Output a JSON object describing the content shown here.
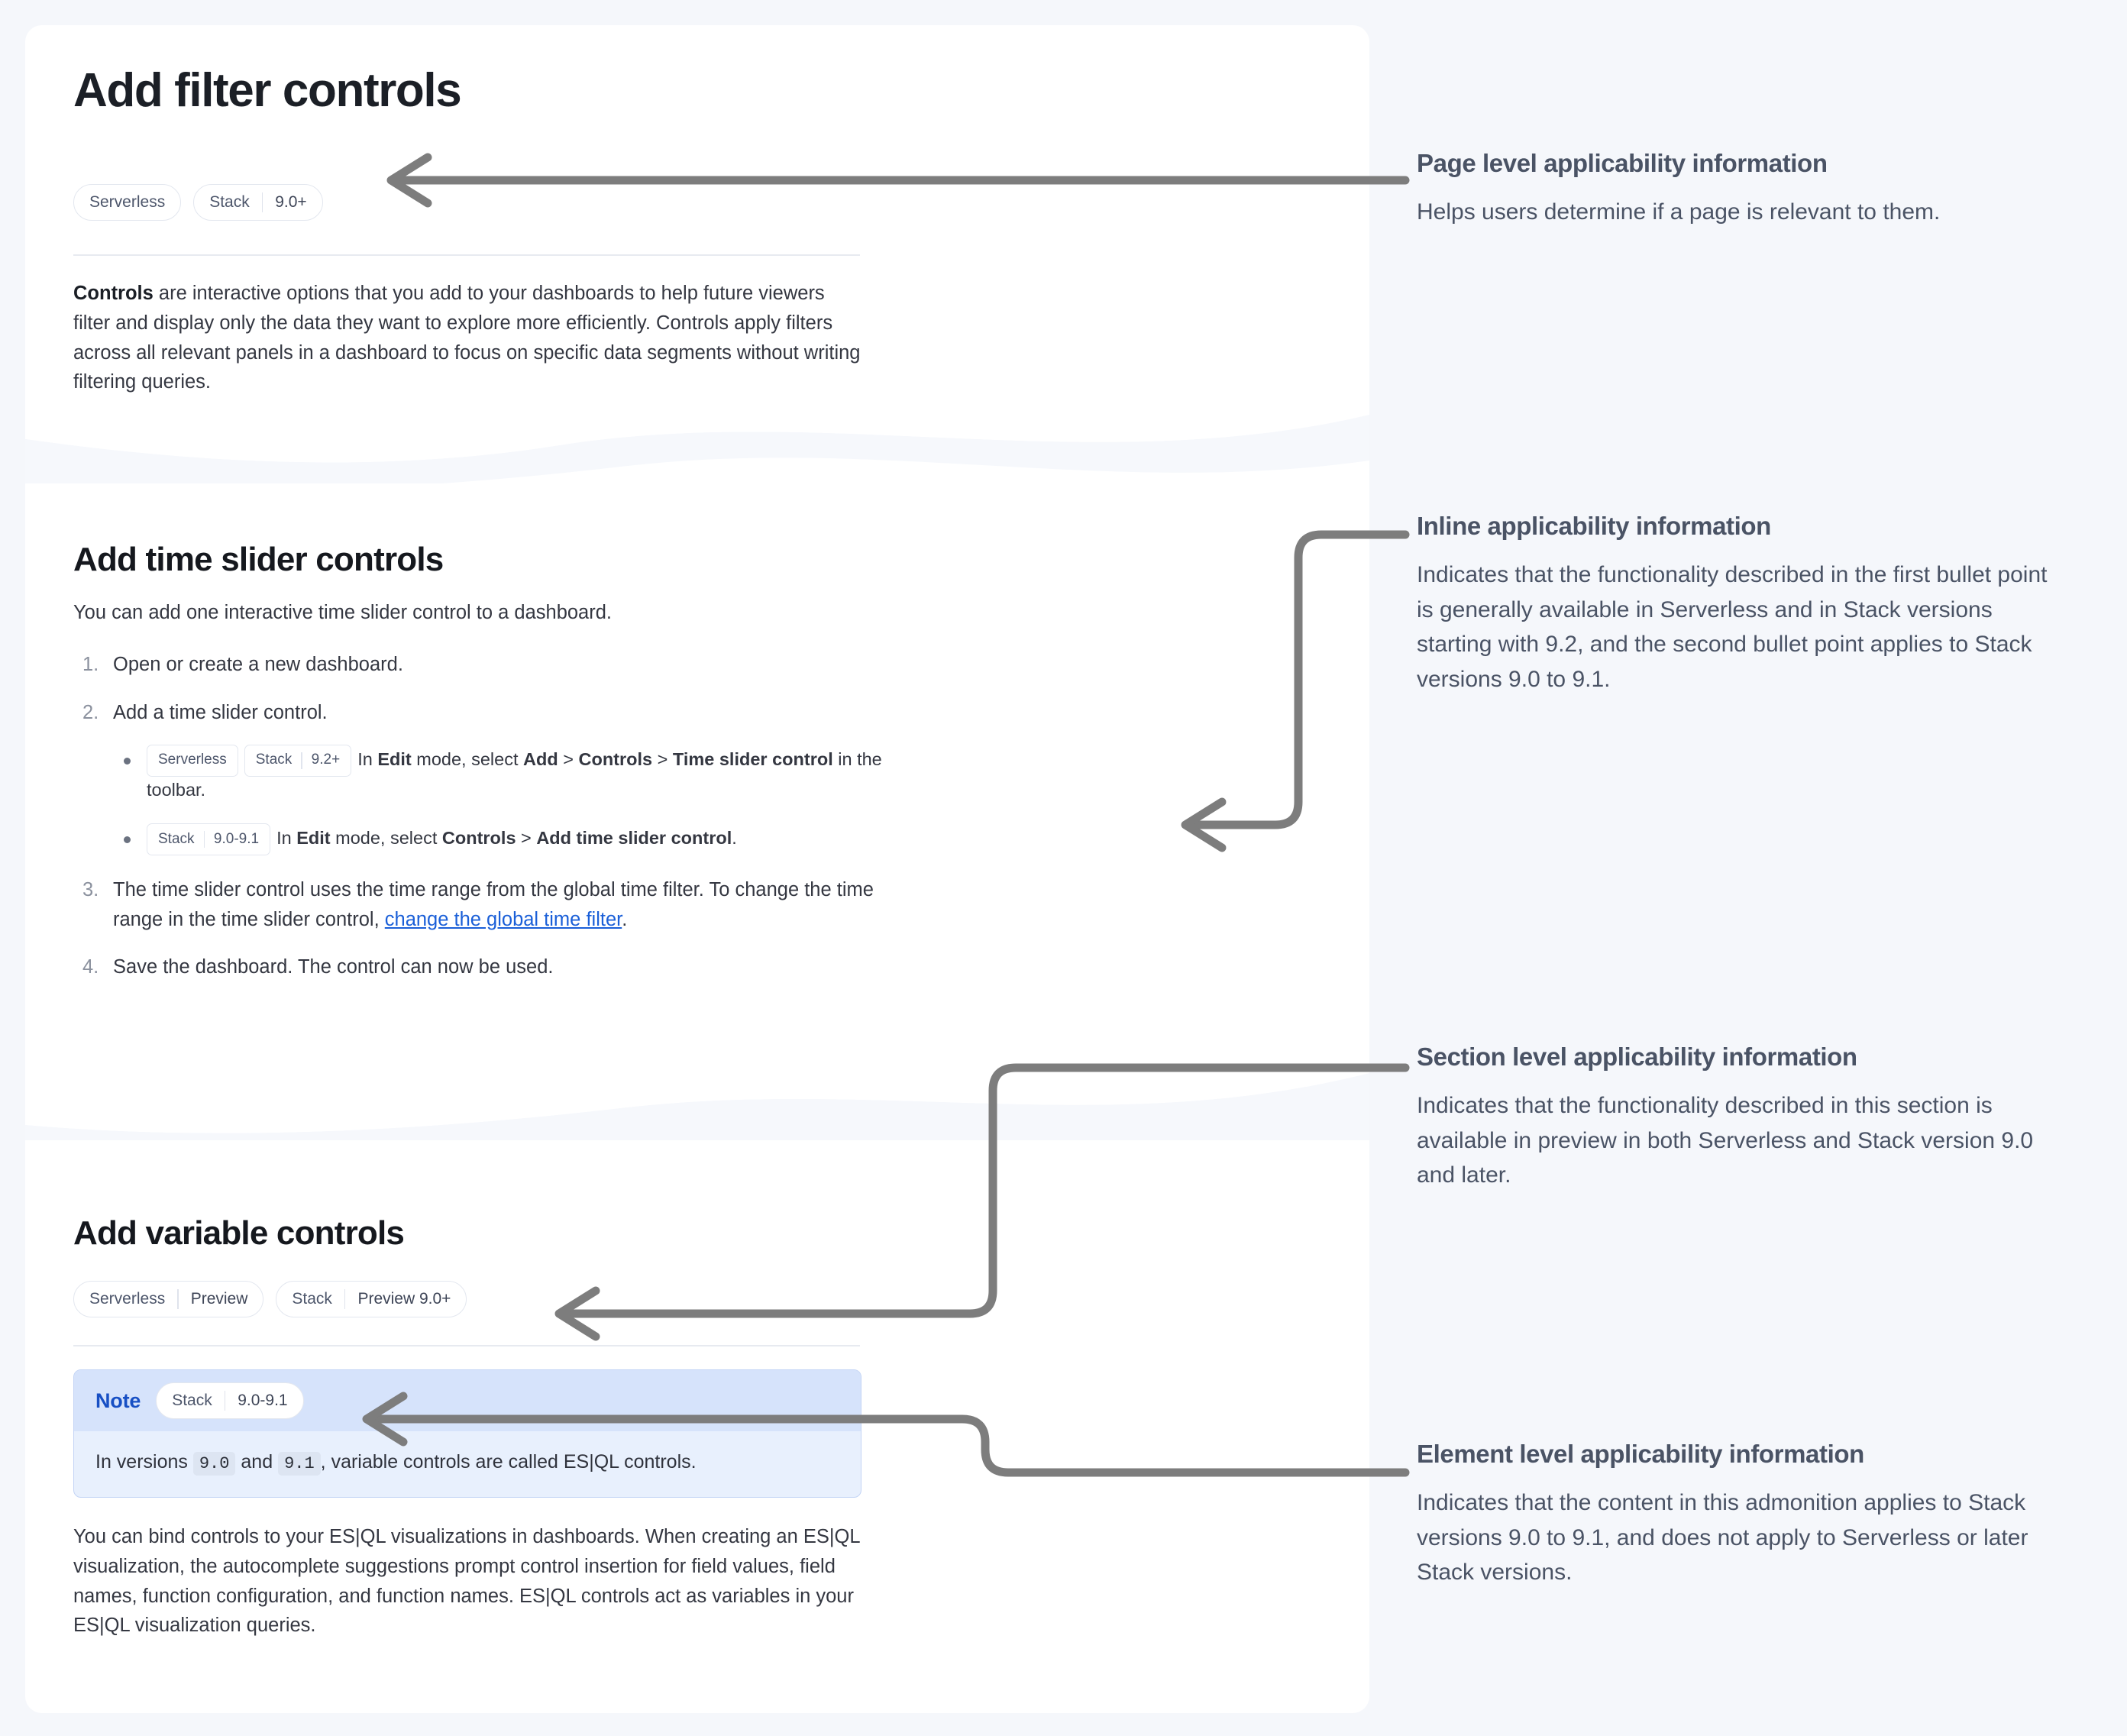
{
  "document": {
    "title": "Add filter controls",
    "page_badges": [
      {
        "name": "Serverless",
        "version": ""
      },
      {
        "name": "Stack",
        "version": "9.0+"
      }
    ],
    "intro": {
      "lead": "Controls",
      "rest": " are interactive options that you add to your dashboards to help future viewers filter and display only the data they want to explore more efficiently. Controls apply filters across all relevant panels in a dashboard to focus on specific data segments without writing filtering queries."
    },
    "section_time_slider": {
      "heading": "Add time slider controls",
      "intro": "You can add one interactive time slider control to a dashboard.",
      "steps": [
        {
          "num": "1.",
          "text": "Open or create a new dashboard."
        },
        {
          "num": "2.",
          "text": "Add a time slider control."
        },
        {
          "num": "3.",
          "text": "The time slider control uses the time range from the global time filter. To change the time range in the time slider control, ",
          "link": "change the global time filter",
          "tail": "."
        },
        {
          "num": "4.",
          "text": "Save the dashboard. The control can now be used."
        }
      ],
      "bullets": [
        {
          "badges": [
            {
              "name": "Serverless",
              "version": ""
            },
            {
              "name": "Stack",
              "version": "9.2+"
            }
          ],
          "parts": [
            {
              "t": "In ",
              "b": false
            },
            {
              "t": "Edit",
              "b": true
            },
            {
              "t": " mode, select ",
              "b": false
            },
            {
              "t": "Add",
              "b": true
            },
            {
              "t": " > ",
              "b": false
            },
            {
              "t": "Controls",
              "b": true
            },
            {
              "t": " > ",
              "b": false
            },
            {
              "t": "Time slider control",
              "b": true
            },
            {
              "t": " in the toolbar.",
              "b": false
            }
          ]
        },
        {
          "badges": [
            {
              "name": "Stack",
              "version": "9.0-9.1"
            }
          ],
          "parts": [
            {
              "t": "In ",
              "b": false
            },
            {
              "t": "Edit",
              "b": true
            },
            {
              "t": " mode, select ",
              "b": false
            },
            {
              "t": "Controls",
              "b": true
            },
            {
              "t": " > ",
              "b": false
            },
            {
              "t": "Add time slider control",
              "b": true
            },
            {
              "t": ".",
              "b": false
            }
          ]
        }
      ]
    },
    "section_variable": {
      "heading": "Add variable controls",
      "badges": [
        {
          "name": "Serverless",
          "version": "Preview"
        },
        {
          "name": "Stack",
          "version": "Preview 9.0+"
        }
      ],
      "note": {
        "label": "Note",
        "badge": {
          "name": "Stack",
          "version": "9.0-9.1"
        },
        "body_parts": [
          {
            "t": "In versions ",
            "code": false
          },
          {
            "t": "9.0",
            "code": true
          },
          {
            "t": " and ",
            "code": false
          },
          {
            "t": "9.1",
            "code": true
          },
          {
            "t": ", variable controls are called ES|QL controls.",
            "code": false
          }
        ]
      },
      "paragraph": "You can bind controls to your ES|QL visualizations in dashboards. When creating an ES|QL visualization, the autocomplete suggestions prompt control insertion for field values, field names, function configuration, and function names. ES|QL controls act as variables in your ES|QL visualization queries."
    }
  },
  "annotations": [
    {
      "title": "Page level applicability information",
      "body": "Helps users determine if a page is relevant to them."
    },
    {
      "title": "Inline applicability information",
      "body": "Indicates that the functionality described in the first bullet point is generally available in Serverless and in Stack versions starting with 9.2, and the second bullet point applies to Stack versions 9.0 to 9.1."
    },
    {
      "title": "Section level applicability information",
      "body": "Indicates that the functionality described in this section is available in preview in both Serverless and Stack version 9.0 and later."
    },
    {
      "title": "Element level applicability information",
      "body": "Indicates that the content in this admonition applies to Stack versions 9.0 to 9.1, and does not apply to Serverless or later Stack versions."
    }
  ],
  "colors": {
    "page_background": "#f5f7fb",
    "card_background": "#ffffff",
    "annotation_text": "#4a5365",
    "connector": "#7d7d7d",
    "link": "#1a5fd8",
    "note_header": "#d6e3fb",
    "note_body": "#e8f0fd",
    "note_label": "#174fc4",
    "badge_text": "#4d566b"
  }
}
